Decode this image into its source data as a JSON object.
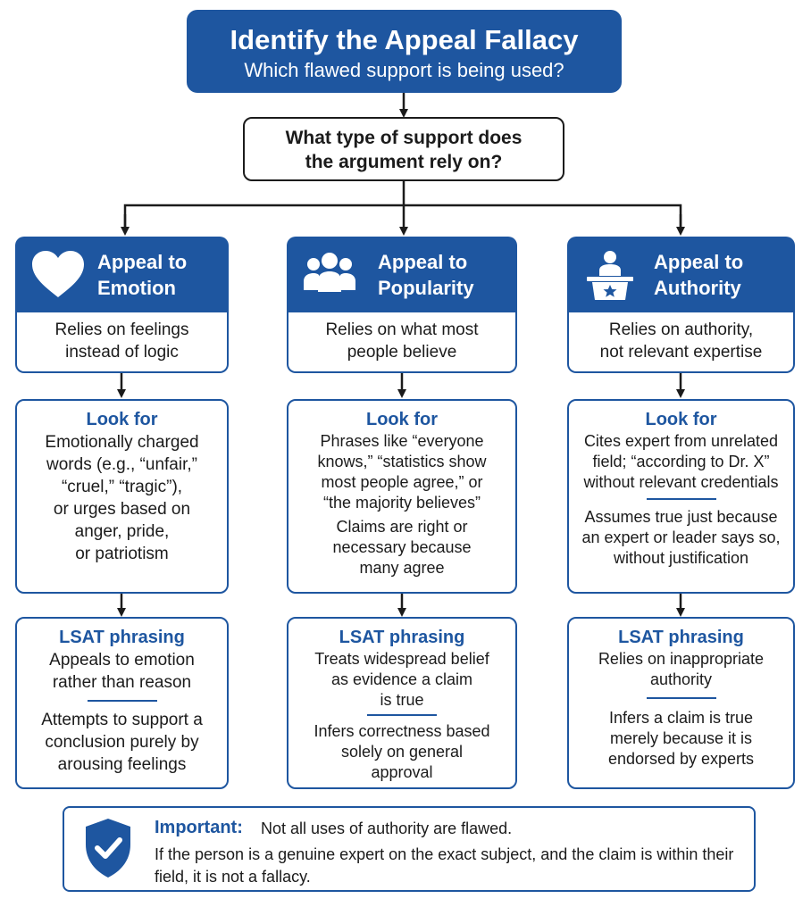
{
  "title": {
    "main": "Identify the Appeal Fallacy",
    "subtitle": "Which flawed support is being used?"
  },
  "question": "What type of support does the argument rely on?",
  "columns": [
    {
      "icon": "heart-icon",
      "title_line1": "Appeal to",
      "title_line2": "Emotion",
      "desc_line1": "Relies on feelings",
      "desc_line2": "instead of logic",
      "look_for_heading": "Look for",
      "look_for_a": [
        "Emotionally charged",
        "words (e.g., “unfair,”",
        "“cruel,” “tragic”),",
        "or urges based on",
        "anger, pride,",
        "or patriotism"
      ],
      "lsat_heading": "LSAT phrasing",
      "lsat_a": [
        "Appeals to emotion",
        "rather than reason"
      ],
      "lsat_b": [
        "Attempts to support a",
        "conclusion purely by",
        "arousing feelings"
      ]
    },
    {
      "icon": "people-group-icon",
      "title_line1": "Appeal to",
      "title_line2": "Popularity",
      "desc_line1": "Relies on what most",
      "desc_line2": "people believe",
      "look_for_heading": "Look for",
      "look_for_a": [
        "Phrases like “everyone",
        "knows,” “statistics show",
        "most people agree,” or",
        "“the majority believes”"
      ],
      "look_for_b": [
        "Claims are right or",
        "necessary because",
        "many agree"
      ],
      "lsat_heading": "LSAT phrasing",
      "lsat_a": [
        "Treats widespread belief",
        "as evidence a claim",
        "is true"
      ],
      "lsat_b": [
        "Infers correctness based",
        "solely on general",
        "approval"
      ]
    },
    {
      "icon": "podium-speaker-icon",
      "title_line1": "Appeal to",
      "title_line2": "Authority",
      "desc_line1": "Relies on authority,",
      "desc_line2": "not relevant expertise",
      "look_for_heading": "Look for",
      "look_for_a": [
        "Cites expert from unrelated",
        "field; “according to Dr. X”",
        "without relevant credentials"
      ],
      "look_for_b": [
        "Assumes true just because",
        "an expert or leader says so,",
        "without justification"
      ],
      "lsat_heading": "LSAT phrasing",
      "lsat_a": [
        "Relies on inappropriate",
        "authority"
      ],
      "lsat_b": [
        "Infers a claim is true",
        "merely because it is",
        "endorsed by experts"
      ]
    }
  ],
  "note": {
    "label": "Important:",
    "line1": "Not all uses of authority are flawed.",
    "line2": "If the person is a genuine expert on the exact subject, and the claim is within their field, it is not a fallacy."
  },
  "colors": {
    "primary_blue": "#1e56a0",
    "ink": "#1b1b1b"
  }
}
